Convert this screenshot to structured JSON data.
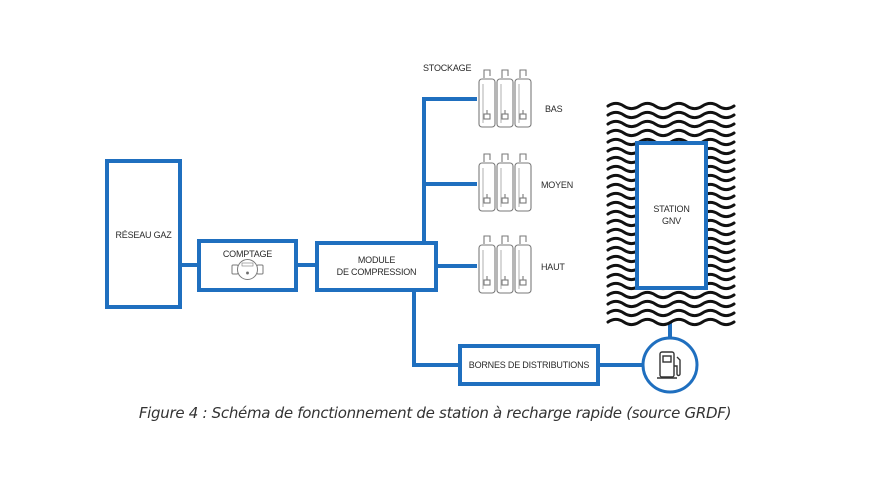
{
  "colors": {
    "line_blue": "#1f6fbf",
    "wave_black": "#111111",
    "text_dark": "#2a2a2a",
    "icon_gray": "#7a7a7a"
  },
  "nodes": {
    "reseau_gaz": "RÉSEAU GAZ",
    "comptage": "COMPTAGE",
    "module_line1": "MODULE",
    "module_line2": "DE COMPRESSION",
    "stockage": "STOCKAGE",
    "tank_bas": "BAS",
    "tank_moyen": "MOYEN",
    "tank_haut": "HAUT",
    "station_line1": "STATION",
    "station_line2": "GNV",
    "bornes": "BORNES DE DISTRIBUTIONS"
  },
  "icons": {
    "meter": "gas-meter-icon",
    "tank": "gas-cylinder-icon",
    "pump": "fuel-pump-icon"
  },
  "caption": "Figure 4 : Schéma de fonctionnement de station à recharge rapide (source GRDF)"
}
